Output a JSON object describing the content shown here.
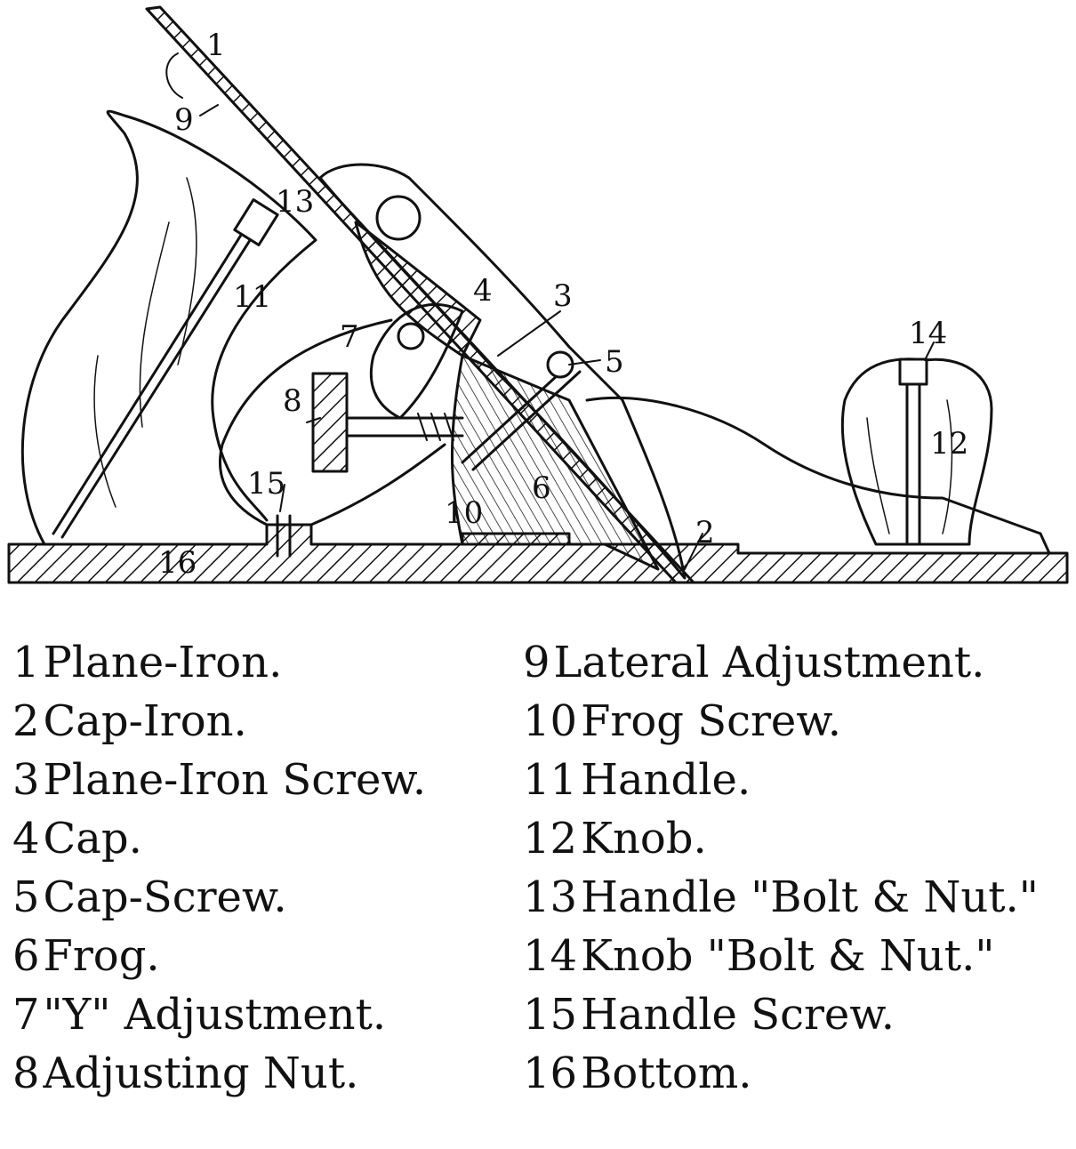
{
  "legend": {
    "left": [
      {
        "num": "1",
        "label": "Plane-Iron."
      },
      {
        "num": "2",
        "label": "Cap-Iron."
      },
      {
        "num": "3",
        "label": "Plane-Iron Screw."
      },
      {
        "num": "4",
        "label": "Cap."
      },
      {
        "num": "5",
        "label": "Cap-Screw."
      },
      {
        "num": "6",
        "label": "Frog."
      },
      {
        "num": "7",
        "label": "\"Y\" Adjustment."
      },
      {
        "num": "8",
        "label": "Adjusting Nut."
      }
    ],
    "right": [
      {
        "num": "9",
        "label": "Lateral Adjustment."
      },
      {
        "num": "10",
        "label": "Frog Screw."
      },
      {
        "num": "11",
        "label": "Handle."
      },
      {
        "num": "12",
        "label": "Knob."
      },
      {
        "num": "13",
        "label": "Handle \"Bolt & Nut.\""
      },
      {
        "num": "14",
        "label": "Knob \"Bolt & Nut.\""
      },
      {
        "num": "15",
        "label": "Handle Screw."
      },
      {
        "num": "16",
        "label": "Bottom."
      }
    ]
  },
  "callouts": {
    "c1": "1",
    "c2": "2",
    "c3": "3",
    "c4": "4",
    "c5": "5",
    "c6": "6",
    "c7": "7",
    "c8": "8",
    "c9": "9",
    "c10": "10",
    "c11": "11",
    "c12": "12",
    "c13": "13",
    "c14": "14",
    "c15": "15",
    "c16": "16"
  },
  "colors": {
    "ink": "#111111",
    "paper": "#ffffff"
  }
}
